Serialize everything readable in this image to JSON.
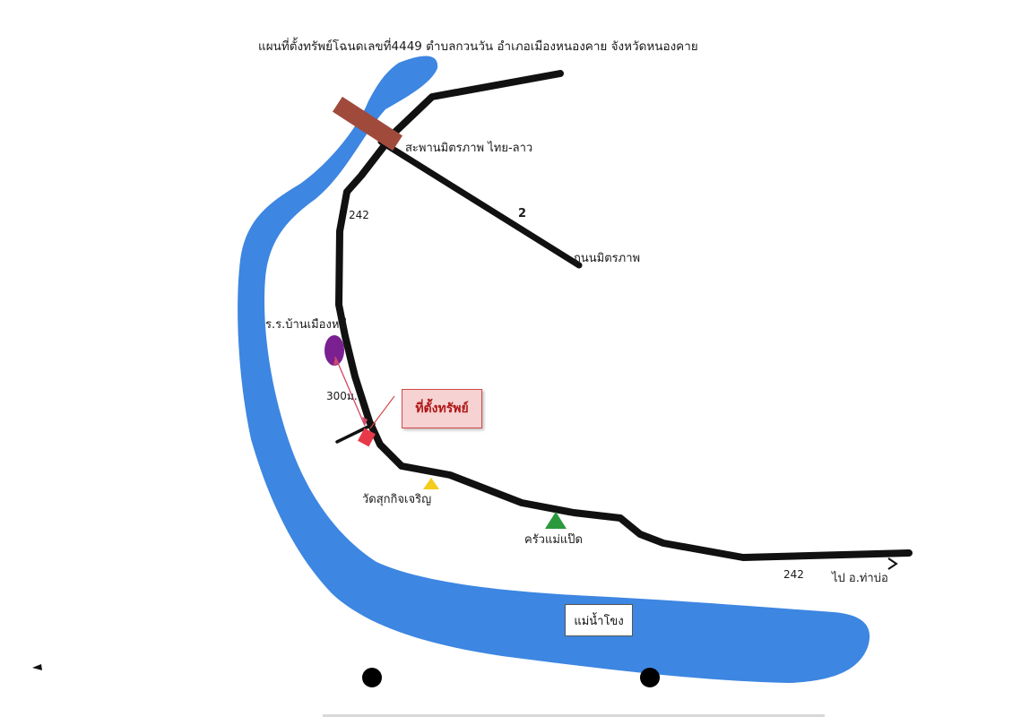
{
  "map": {
    "title": "แผนที่ตั้งทรัพย์โฉนดเลขที่4449  ตำบลกวนวัน  อำเภอเมืองหนองคาย  จังหวัดหนองคาย",
    "labels": {
      "bridge": "สะพานมิตรภาพ ไทย-ลาว",
      "road_242_top": "242",
      "road_2": "2",
      "mittraphap_road": "ถนนมิตรภาพ",
      "school": "ร.ร.บ้านเมืองหมี",
      "distance": "300ม.",
      "property": "ที่ตั้งทรัพย์",
      "wat": "วัดสุกกิจเจริญ",
      "restaurant": "ครัวแม่แป๊ด",
      "road_242_bottom": "242",
      "to_thabo": "ไป อ.ท่าบ่อ",
      "river": "แม่น้ำโขง"
    },
    "colors": {
      "river": "#3d86e2",
      "road": "#111111",
      "bridge": "#a04a3c",
      "school_marker": "#7a2090",
      "property_marker": "#e8394a",
      "wat_marker": "#f4cc1c",
      "restaurant_marker": "#2a9a3c",
      "distance_line": "#d4486a"
    },
    "icons": {
      "school": "ellipse-marker",
      "property": "square-marker",
      "wat": "triangle-marker",
      "restaurant": "triangle-marker",
      "direction": "arrow-right-icon"
    }
  }
}
